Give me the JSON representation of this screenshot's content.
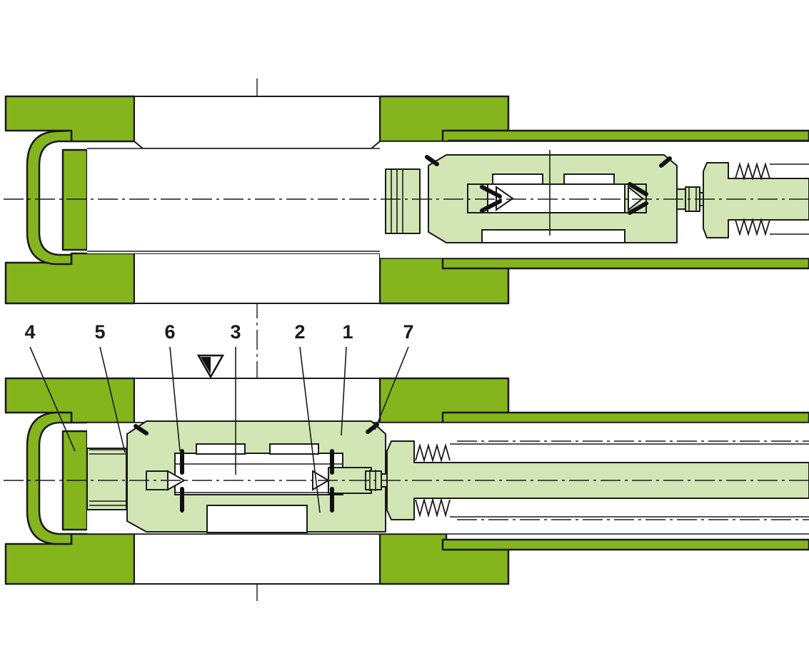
{
  "colors": {
    "dark_green": "#85b51d",
    "light_green": "#d2e6b5",
    "outline": "#1a1a1a",
    "background": "#ffffff"
  },
  "views": [
    "retracted-position",
    "inserted-position"
  ],
  "callouts": [
    {
      "id": "4",
      "label": "4"
    },
    {
      "id": "5",
      "label": "5"
    },
    {
      "id": "6",
      "label": "6"
    },
    {
      "id": "3",
      "label": "3"
    },
    {
      "id": "2",
      "label": "2"
    },
    {
      "id": "1",
      "label": "1"
    },
    {
      "id": "7",
      "label": "7"
    }
  ],
  "symbols": {
    "flow_direction": "triangle-down-icon"
  }
}
